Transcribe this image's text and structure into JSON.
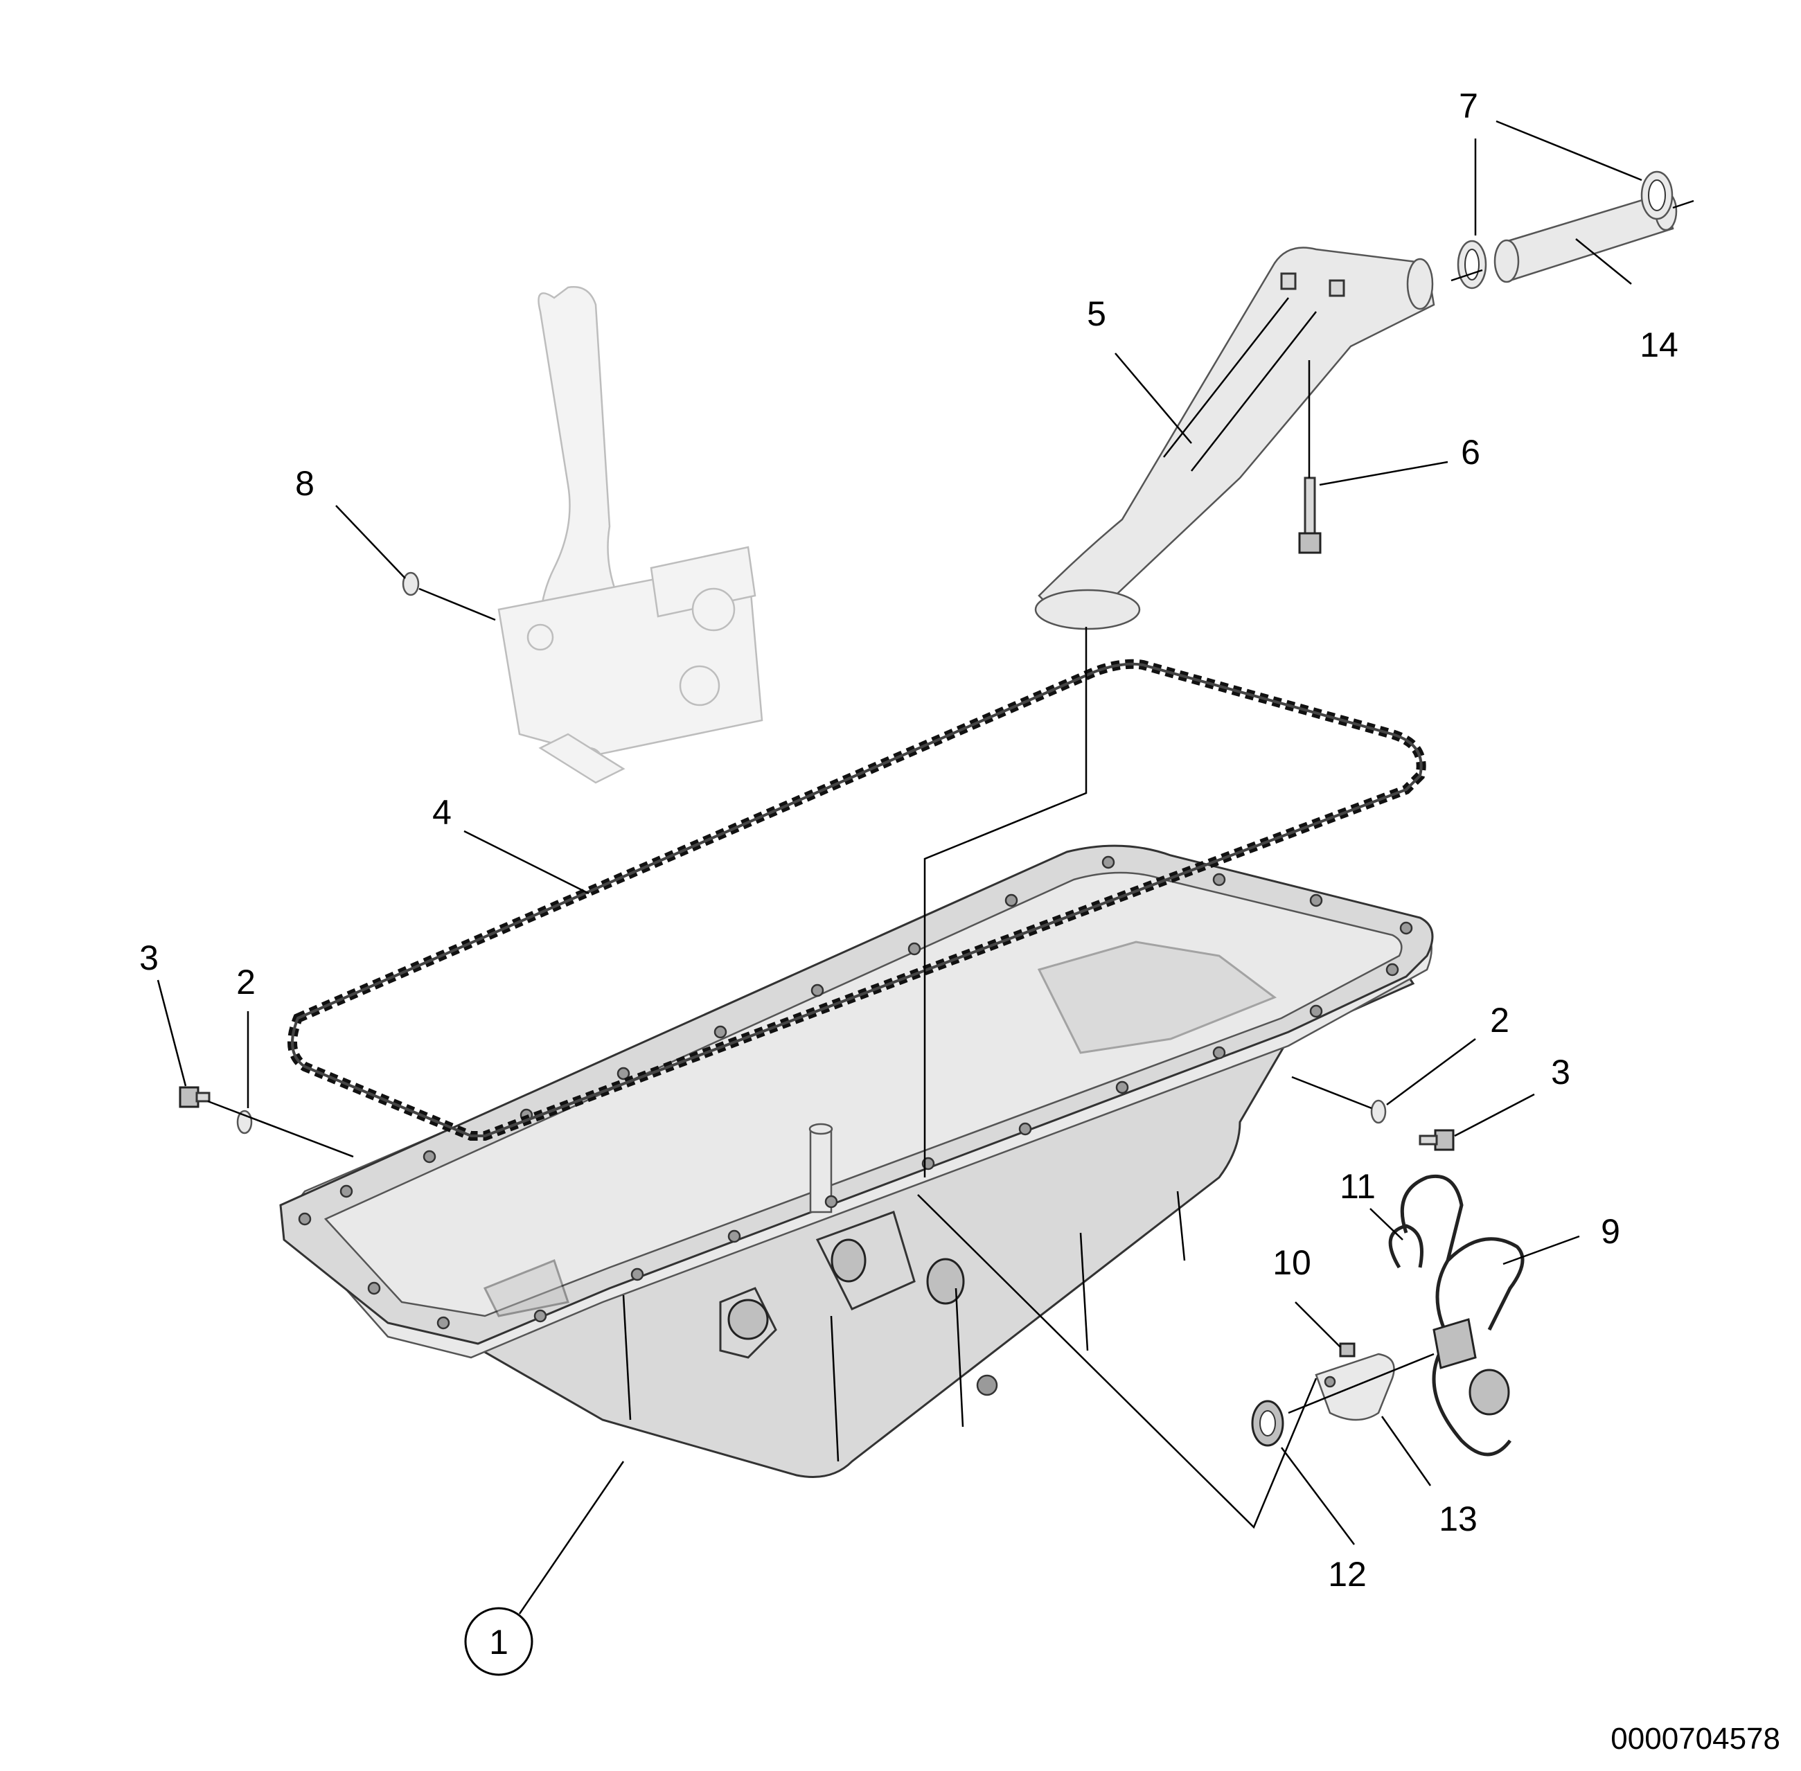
{
  "diagram": {
    "callouts": [
      {
        "id": "c1",
        "label": "1",
        "circled": true
      },
      {
        "id": "c2a",
        "label": "2"
      },
      {
        "id": "c2b",
        "label": "2"
      },
      {
        "id": "c3a",
        "label": "3"
      },
      {
        "id": "c3b",
        "label": "3"
      },
      {
        "id": "c4",
        "label": "4"
      },
      {
        "id": "c5",
        "label": "5"
      },
      {
        "id": "c6",
        "label": "6"
      },
      {
        "id": "c7",
        "label": "7"
      },
      {
        "id": "c8",
        "label": "8"
      },
      {
        "id": "c9",
        "label": "9"
      },
      {
        "id": "c10",
        "label": "10"
      },
      {
        "id": "c11",
        "label": "11"
      },
      {
        "id": "c12",
        "label": "12"
      },
      {
        "id": "c13",
        "label": "13"
      },
      {
        "id": "c14",
        "label": "14"
      }
    ],
    "document_id": "0000704578"
  }
}
